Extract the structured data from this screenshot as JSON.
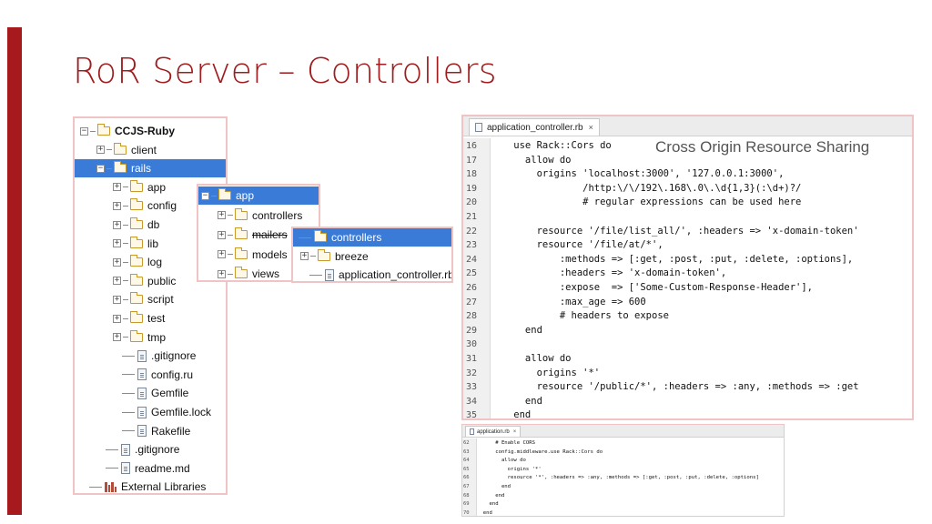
{
  "slide": {
    "title": "RoR Server – Controllers"
  },
  "project_tree": {
    "items": [
      {
        "label": "CCJS-Ruby",
        "type": "folder",
        "expander": "-",
        "bold": true
      },
      {
        "label": "client",
        "type": "folder",
        "expander": "+"
      },
      {
        "label": "rails",
        "type": "folder",
        "expander": "-",
        "selected": true
      },
      {
        "label": "app",
        "type": "folder",
        "expander": "+"
      },
      {
        "label": "config",
        "type": "folder",
        "expander": "+"
      },
      {
        "label": "db",
        "type": "folder",
        "expander": "+"
      },
      {
        "label": "lib",
        "type": "folder",
        "expander": "+"
      },
      {
        "label": "log",
        "type": "folder",
        "expander": "+"
      },
      {
        "label": "public",
        "type": "folder",
        "expander": "+"
      },
      {
        "label": "script",
        "type": "folder",
        "expander": "+"
      },
      {
        "label": "test",
        "type": "folder",
        "expander": "+"
      },
      {
        "label": "tmp",
        "type": "folder",
        "expander": "+"
      },
      {
        "label": ".gitignore",
        "type": "file"
      },
      {
        "label": "config.ru",
        "type": "file"
      },
      {
        "label": "Gemfile",
        "type": "file"
      },
      {
        "label": "Gemfile.lock",
        "type": "file"
      },
      {
        "label": "Rakefile",
        "type": "file"
      },
      {
        "label": ".gitignore",
        "type": "file"
      },
      {
        "label": "readme.md",
        "type": "file"
      },
      {
        "label": "External Libraries",
        "type": "library"
      }
    ]
  },
  "app_tree": {
    "items": [
      {
        "label": "app",
        "type": "folder",
        "expander": "-",
        "selected": true
      },
      {
        "label": "controllers",
        "type": "folder",
        "expander": "+"
      },
      {
        "label": "mailers",
        "type": "folder",
        "expander": "+",
        "strike": true
      },
      {
        "label": "models",
        "type": "folder",
        "expander": "+"
      },
      {
        "label": "views",
        "type": "folder",
        "expander": "+"
      }
    ]
  },
  "controllers_tree": {
    "items": [
      {
        "label": "controllers",
        "type": "folder",
        "selected": true
      },
      {
        "label": "breeze",
        "type": "folder",
        "expander": "+"
      },
      {
        "label": "application_controller.rb",
        "type": "file"
      }
    ]
  },
  "main_editor": {
    "tab_label": "application_controller.rb",
    "tab_close": "×",
    "annotation": "Cross Origin Resource Sharing",
    "lines": [
      {
        "n": "16",
        "code": "    use Rack::Cors do"
      },
      {
        "n": "17",
        "code": "      allow do"
      },
      {
        "n": "18",
        "code": "        origins 'localhost:3000', '127.0.0.1:3000',"
      },
      {
        "n": "19",
        "code": "                /http:\\/\\/192\\.168\\.0\\.\\d{1,3}(:\\d+)?/"
      },
      {
        "n": "20",
        "code": "                # regular expressions can be used here"
      },
      {
        "n": "21",
        "code": ""
      },
      {
        "n": "22",
        "code": "        resource '/file/list_all/', :headers => 'x-domain-token'"
      },
      {
        "n": "23",
        "code": "        resource '/file/at/*',"
      },
      {
        "n": "24",
        "code": "            :methods => [:get, :post, :put, :delete, :options],"
      },
      {
        "n": "25",
        "code": "            :headers => 'x-domain-token',"
      },
      {
        "n": "26",
        "code": "            :expose  => ['Some-Custom-Response-Header'],"
      },
      {
        "n": "27",
        "code": "            :max_age => 600"
      },
      {
        "n": "28",
        "code": "            # headers to expose"
      },
      {
        "n": "29",
        "code": "      end"
      },
      {
        "n": "30",
        "code": ""
      },
      {
        "n": "31",
        "code": "      allow do"
      },
      {
        "n": "32",
        "code": "        origins '*'"
      },
      {
        "n": "33",
        "code": "        resource '/public/*', :headers => :any, :methods => :get"
      },
      {
        "n": "34",
        "code": "      end"
      },
      {
        "n": "35",
        "code": "    end"
      }
    ]
  },
  "small_editor": {
    "tab_label": "application.rb",
    "tab_close": "×",
    "lines": [
      {
        "n": "62",
        "code": "      # Enable CORS"
      },
      {
        "n": "63",
        "code": "      config.middleware.use Rack::Cors do"
      },
      {
        "n": "64",
        "code": "        allow do"
      },
      {
        "n": "65",
        "code": "          origins '*'"
      },
      {
        "n": "66",
        "code": "          resource '*', :headers => :any, :methods => [:get, :post, :put, :delete, :options]"
      },
      {
        "n": "67",
        "code": "        end"
      },
      {
        "n": "68",
        "code": "      end"
      },
      {
        "n": "69",
        "code": "    end"
      },
      {
        "n": "70",
        "code": "  end"
      }
    ]
  },
  "colors": {
    "accent": "#a6191d",
    "title": "#a01d1f",
    "selection": "#3b7bd8",
    "panel_border": "#f0c4c4"
  }
}
